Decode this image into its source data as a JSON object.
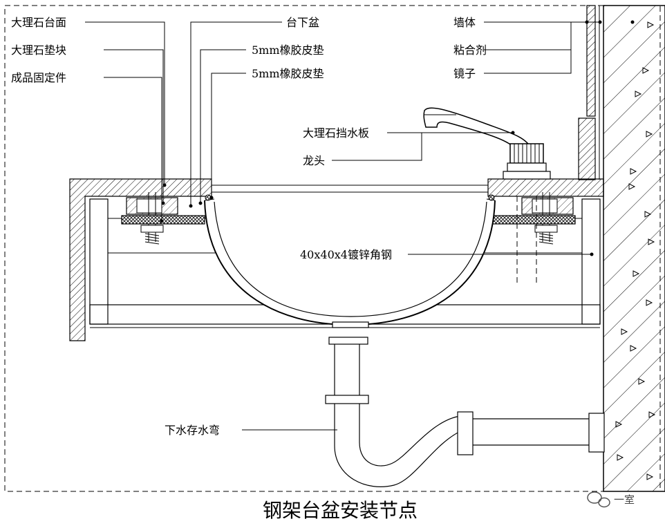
{
  "labels": {
    "marble_top": "大理石台面",
    "marble_block": "大理石垫块",
    "fixing": "成品固定件",
    "undermount_basin": "台下盆",
    "gasket_1": "5mm橡胶皮垫",
    "gasket_2": "5mm橡胶皮垫",
    "wall": "墙体",
    "adhesive": "粘合剂",
    "mirror": "镜子",
    "backsplash": "大理石挡水板",
    "faucet": "龙头",
    "angle_steel": "40x40x4镀锌角钢",
    "trap": "下水存水弯"
  },
  "title": "钢架台盆安装节点",
  "watermark": "一室"
}
